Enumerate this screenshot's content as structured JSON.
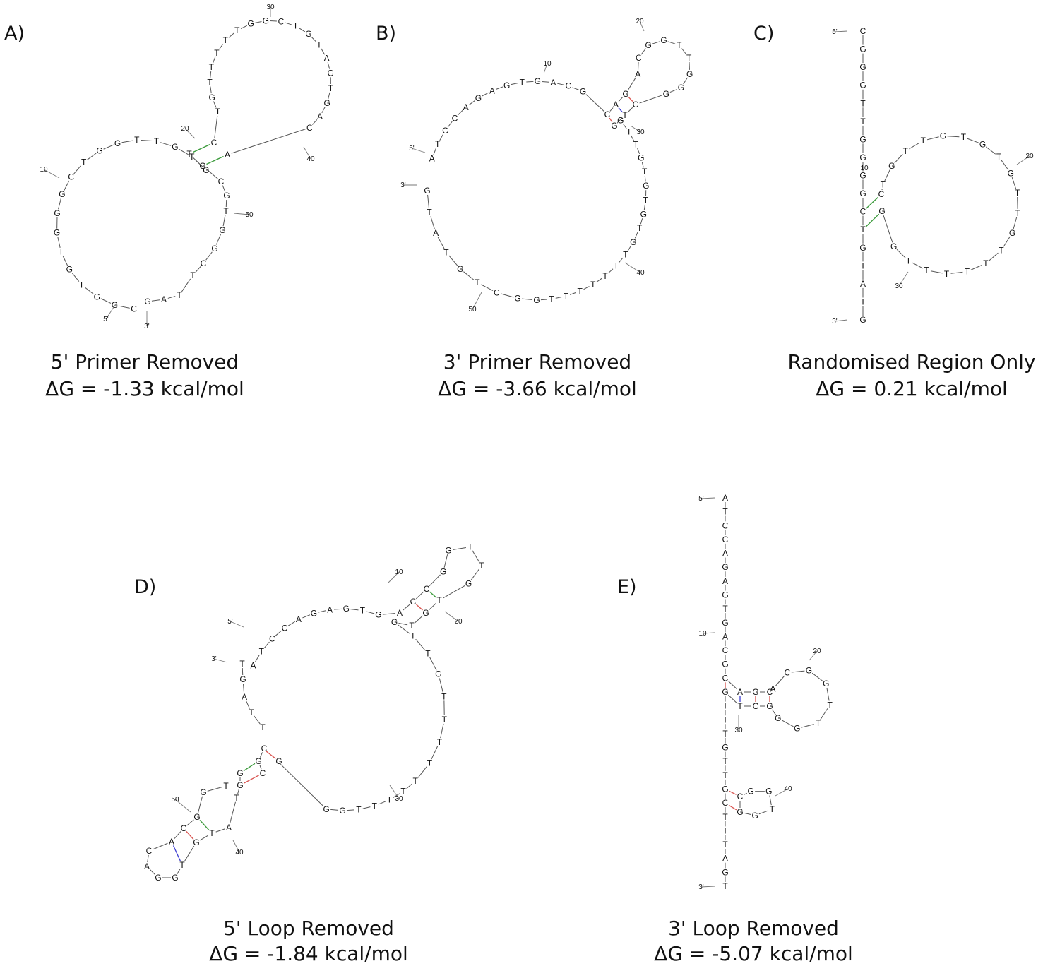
{
  "panels": [
    {
      "id": "A",
      "letter": "A)",
      "caption": "5' Primer Removed",
      "energy": "ΔG = -1.33 kcal/mol",
      "end5": "5'",
      "end3": "3'",
      "numbers": [
        "10",
        "20",
        "30",
        "40",
        "50"
      ],
      "loop1": [
        "C",
        "G",
        "G",
        "T",
        "G",
        "T",
        "G",
        "G",
        "G",
        "C",
        "T",
        "G",
        "G",
        "T",
        "T",
        "G",
        "T",
        "G"
      ],
      "helix": [
        [
          "T",
          "C"
        ],
        [
          "G",
          "A"
        ]
      ],
      "loop2": [
        "T",
        "G",
        "T",
        "T",
        "T",
        "T",
        "T",
        "G",
        "G",
        "C",
        "T",
        "G",
        "T",
        "A",
        "G",
        "T",
        "G",
        "A",
        "C"
      ],
      "tail": [
        "C",
        "G",
        "T",
        "G",
        "G",
        "C",
        "T",
        "T",
        "A",
        "G",
        "T"
      ]
    },
    {
      "id": "B",
      "letter": "B)",
      "caption": "3' Primer Removed",
      "energy": "ΔG = -3.66 kcal/mol",
      "end5": "5'",
      "end3": "3'",
      "numbers": [
        "10",
        "20",
        "30",
        "40",
        "50"
      ],
      "arc": [
        "A",
        "T",
        "C",
        "C",
        "A",
        "G",
        "A",
        "G",
        "T",
        "G",
        "A",
        "C",
        "G"
      ],
      "helix": [
        [
          "C",
          "G"
        ],
        [
          "A",
          "T"
        ],
        [
          "G",
          "C"
        ]
      ],
      "hairpin": [
        "A",
        "C",
        "G",
        "G",
        "T",
        "T",
        "G",
        "G",
        "G"
      ],
      "down": [
        "G",
        "T",
        "T",
        "G",
        "T",
        "G",
        "T",
        "G",
        "T"
      ],
      "bottom": [
        "G",
        "T",
        "T",
        "T",
        "T",
        "T",
        "T",
        "T",
        "G"
      ],
      "up": [
        "G",
        "C",
        "T",
        "G",
        "T",
        "A",
        "T",
        "G"
      ]
    },
    {
      "id": "C",
      "letter": "C)",
      "caption": "Randomised Region Only",
      "energy": "ΔG = 0.21 kcal/mol",
      "end5": "5'",
      "end3": "3'",
      "numbers": [
        "10",
        "20",
        "30"
      ],
      "stem": [
        "C",
        "G",
        "G",
        "G",
        "T",
        "T",
        "G",
        "G",
        "G",
        "G",
        "C",
        "T",
        "G",
        "T",
        "A",
        "T",
        "G"
      ],
      "loop": [
        "C",
        "T",
        "G",
        "T",
        "T",
        "G",
        "T",
        "G",
        "T",
        "G",
        "T",
        "T",
        "G",
        "T",
        "T",
        "T",
        "T",
        "T",
        "T",
        "G",
        "G"
      ]
    },
    {
      "id": "D",
      "letter": "D)",
      "caption": "5' Loop Removed",
      "energy": "ΔG = -1.84 kcal/mol",
      "end5": "5'",
      "end3": "3'",
      "numbers": [
        "10",
        "20",
        "30",
        "40",
        "50"
      ],
      "arc": [
        "A",
        "T",
        "C",
        "C",
        "A",
        "G",
        "A",
        "G",
        "T",
        "G"
      ],
      "hairpin1": [
        "A",
        "C",
        "G",
        "G",
        "T",
        "T",
        "G",
        "T",
        "T"
      ],
      "right": [
        "G",
        "T",
        "T",
        "G",
        "T",
        "T",
        "T",
        "T",
        "T"
      ],
      "bottom": [
        "T",
        "T",
        "T",
        "T",
        "G",
        "G"
      ],
      "hairpin2": [
        "C",
        "G",
        "G",
        "T",
        "A",
        "T",
        "G",
        "T",
        "A",
        "C",
        "A",
        "G",
        "G",
        "T",
        "G",
        "C",
        "T",
        "G"
      ],
      "left": [
        "T",
        "A",
        "G",
        "T"
      ]
    },
    {
      "id": "E",
      "letter": "E)",
      "caption": "3' Loop Removed",
      "energy": "ΔG = -5.07 kcal/mol",
      "end5": "5'",
      "end3": "3'",
      "numbers": [
        "10",
        "20",
        "30",
        "40"
      ],
      "stem": [
        "A",
        "T",
        "C",
        "C",
        "A",
        "G",
        "A",
        "G",
        "T",
        "G",
        "A",
        "C",
        "G",
        "C",
        "G",
        "T",
        "T",
        "T",
        "G",
        "T",
        "T",
        "G",
        "C",
        "T",
        "T",
        "T",
        "A",
        "G",
        "T"
      ],
      "hp1": [
        "A",
        "G",
        "A",
        "C",
        "G",
        "G",
        "T",
        "T",
        "G",
        "G",
        "C",
        "T"
      ],
      "hp2": [
        "C",
        "G",
        "G",
        "T",
        "G"
      ]
    }
  ],
  "colors": {
    "bp_gc": "#d9534f",
    "bp_at": "#3b3bd1",
    "bp_gt": "#3a9a3a",
    "ink": "#111111"
  }
}
